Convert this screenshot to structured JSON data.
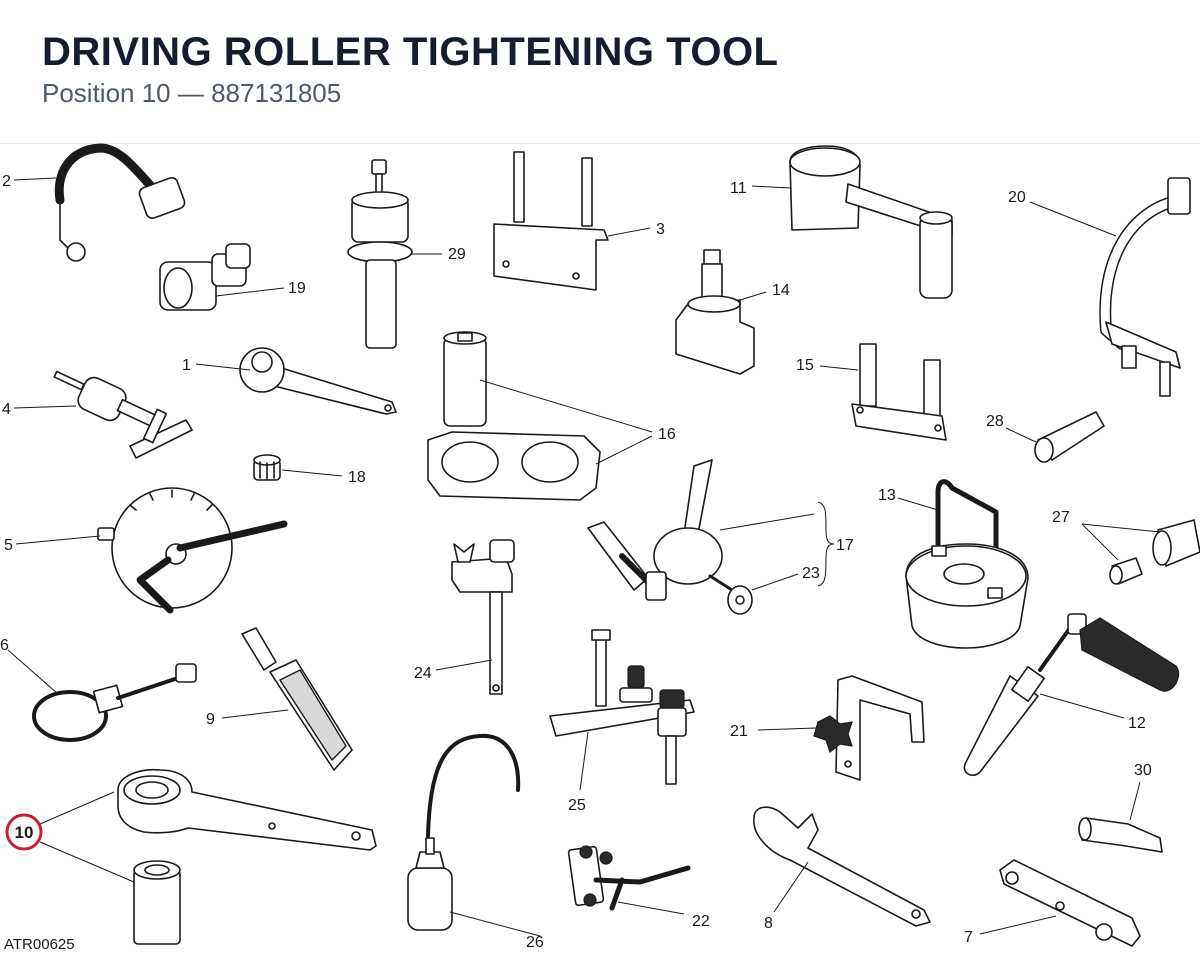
{
  "header": {
    "title": "DRIVING ROLLER TIGHTENING TOOL",
    "subtitle": "Position 10 — 887131805"
  },
  "highlight": {
    "position": "10",
    "color": "#cc1f2c"
  },
  "callouts": [
    "1",
    "2",
    "3",
    "4",
    "5",
    "6",
    "7",
    "8",
    "9",
    "10",
    "11",
    "12",
    "13",
    "14",
    "15",
    "16",
    "17",
    "18",
    "19",
    "20",
    "21",
    "22",
    "23",
    "24",
    "25",
    "26",
    "27",
    "28",
    "29",
    "30"
  ],
  "reference_code": "ATR00625",
  "colors": {
    "title": "#151d2e",
    "subtitle": "#4e5a6a",
    "line": "#1a1a1a"
  }
}
